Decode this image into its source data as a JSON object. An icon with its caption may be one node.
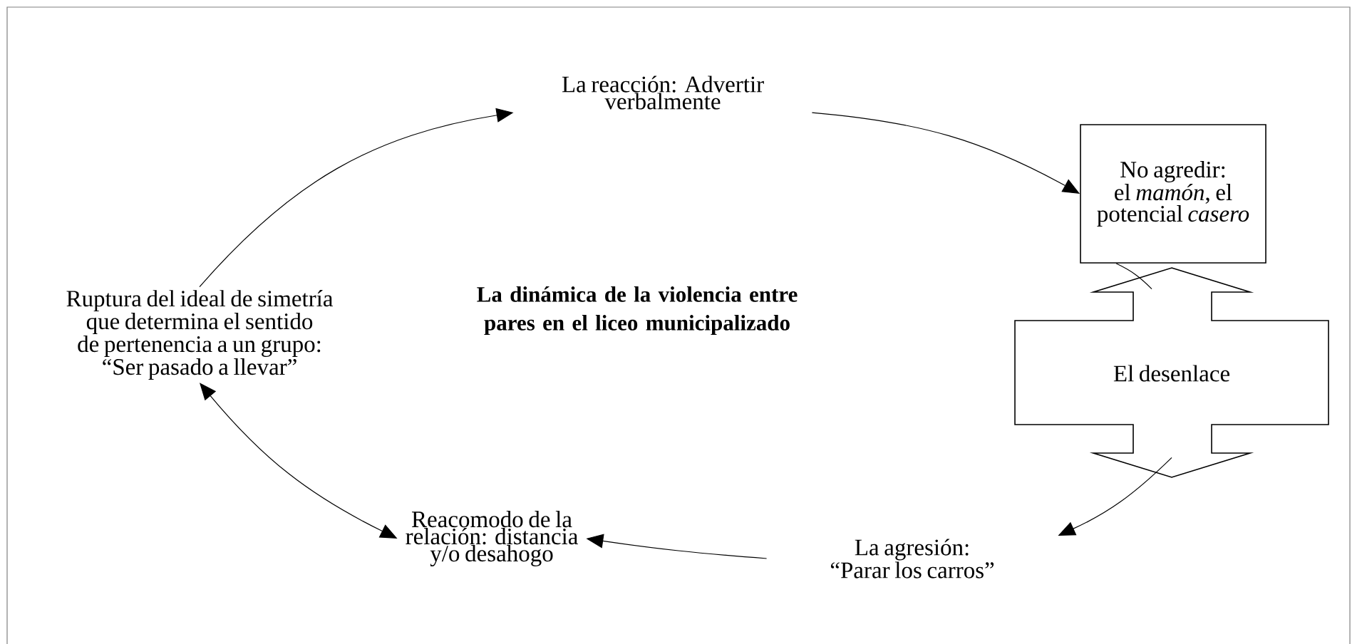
{
  "diagram": {
    "title": "La dinámica de la violencia entre pares en el liceo municipalizado",
    "nodes": [
      {
        "text": [
          "La reacción: Advertir verbalmente"
        ]
      },
      {
        "text": [
          "No agredir: el *mamón*, el potencial *casero*"
        ]
      },
      {
        "text": [
          "El desenlace"
        ]
      },
      {
        "text": [
          "La agresión: “Parar los carros”"
        ]
      },
      {
        "text": [
          "Reacomodo de la relación: distancia y/o desahogo"
        ]
      },
      {
        "text": [
          "Ruptura del ideal de simetría que determina el sentido de pertenencia a un grupo: “Ser pasado a llevar”"
        ]
      }
    ],
    "edges": [
      {
        "from": 5,
        "to": 0,
        "arrow": "to"
      },
      {
        "from": 0,
        "to": 1,
        "arrow": "to"
      },
      {
        "from": 1,
        "to": 2,
        "arrow": "none"
      },
      {
        "from": 2,
        "to": 3,
        "arrow": "to"
      },
      {
        "from": 3,
        "to": 4,
        "arrow": "to"
      },
      {
        "from": 4,
        "to": 5,
        "arrow": "both"
      }
    ]
  }
}
